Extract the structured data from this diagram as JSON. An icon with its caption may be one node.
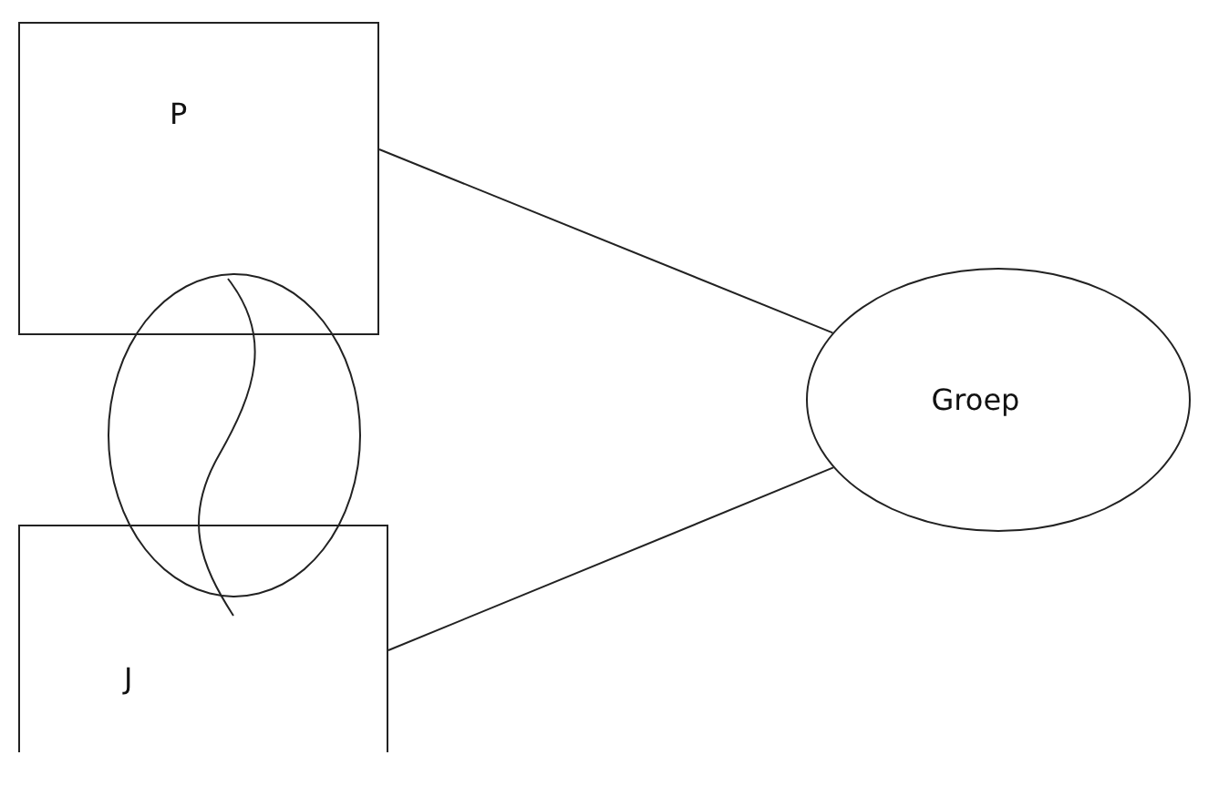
{
  "diagram": {
    "nodes": [
      {
        "text": [
          "P"
        ]
      },
      {
        "text": [
          "J"
        ]
      },
      {
        "text": [
          "Groep"
        ]
      },
      {
        "text": [],
        "shape": "circle"
      }
    ],
    "edges": [
      {
        "from": 0,
        "to": 2,
        "arrow": "none"
      },
      {
        "from": 1,
        "to": 2,
        "arrow": "none"
      }
    ]
  }
}
